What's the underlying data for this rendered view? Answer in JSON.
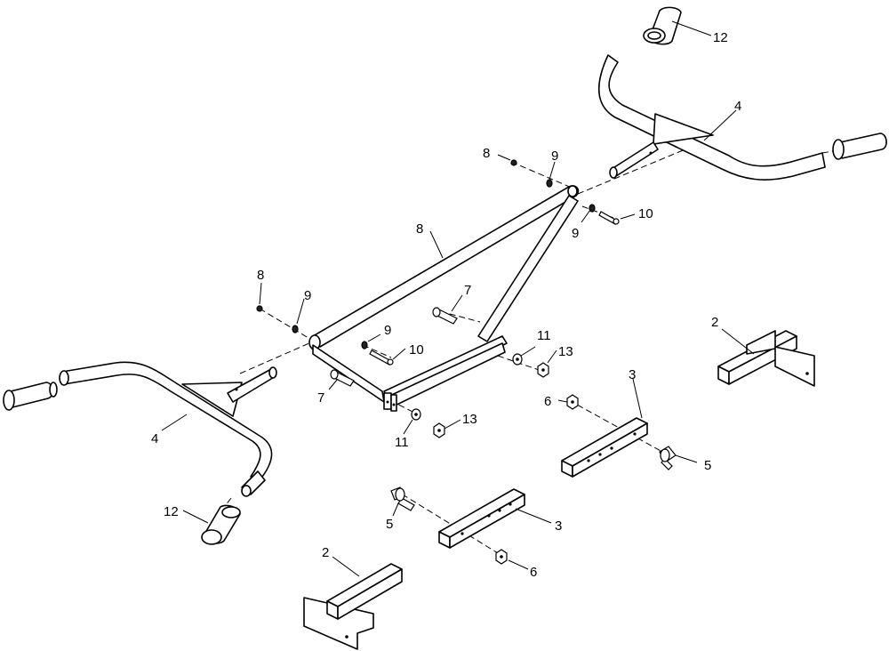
{
  "callouts": [
    {
      "id": "c12a",
      "text": "12"
    },
    {
      "id": "c4a",
      "text": "4"
    },
    {
      "id": "c8a",
      "text": "8"
    },
    {
      "id": "c9a",
      "text": "9"
    },
    {
      "id": "c9b",
      "text": "9"
    },
    {
      "id": "c10a",
      "text": "10"
    },
    {
      "id": "c8b",
      "text": "8"
    },
    {
      "id": "c8c",
      "text": "8"
    },
    {
      "id": "c9c",
      "text": "9"
    },
    {
      "id": "c7a",
      "text": "7"
    },
    {
      "id": "c9d",
      "text": "9"
    },
    {
      "id": "c10b",
      "text": "10"
    },
    {
      "id": "c11a",
      "text": "11"
    },
    {
      "id": "c13a",
      "text": "13"
    },
    {
      "id": "c2a",
      "text": "2"
    },
    {
      "id": "c7b",
      "text": "7"
    },
    {
      "id": "c3a",
      "text": "3"
    },
    {
      "id": "c6a",
      "text": "6"
    },
    {
      "id": "c4b",
      "text": "4"
    },
    {
      "id": "c13b",
      "text": "13"
    },
    {
      "id": "c11b",
      "text": "11"
    },
    {
      "id": "c5a",
      "text": "5"
    },
    {
      "id": "c12b",
      "text": "12"
    },
    {
      "id": "c5b",
      "text": "5"
    },
    {
      "id": "c3b",
      "text": "3"
    },
    {
      "id": "c6b",
      "text": "6"
    },
    {
      "id": "c2b",
      "text": "2"
    }
  ]
}
